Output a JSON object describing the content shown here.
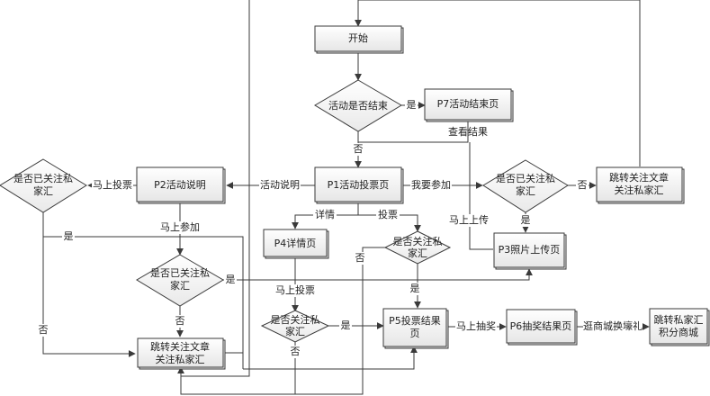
{
  "nodes": {
    "start": "开始",
    "d_ended": "活动是否结束",
    "p7": "P7活动结束页",
    "p1": "P1活动投票页",
    "p2": "P2活动说明",
    "d_left": [
      "是否已关注私",
      "家汇"
    ],
    "d_right": [
      "是否已关注私",
      "家汇"
    ],
    "jump_right": [
      "跳转关注文章",
      "关注私家汇"
    ],
    "p4": "P4详情页",
    "d_vote": [
      "是否关注私",
      "家汇"
    ],
    "p3": "P3照片上传页",
    "d_mid": [
      "是否已关注私",
      "家汇"
    ],
    "d_p4": [
      "是否关注私",
      "家汇"
    ],
    "p5": [
      "P5投票结果",
      "页"
    ],
    "jump_bottom": [
      "跳转关注文章",
      "关注私家汇"
    ],
    "p6": "P6抽奖结果页",
    "mall": [
      "跳转私家汇",
      "积分商城"
    ]
  },
  "labels": {
    "yes_p7": "是",
    "view_result": "查看结果",
    "no_ended": "否",
    "intro": "活动说明",
    "join": "我要参加",
    "vote_now_p2": "马上投票",
    "join_now": "马上参加",
    "yes_left": "是",
    "no_left": "否",
    "detail": "详情",
    "vote": "投票",
    "no_right": "否",
    "yes_right": "是",
    "upload_now": "马上上传",
    "yes_mid": "是",
    "no_mid": "否",
    "vote_now_p4": "马上投票",
    "no_vote": "否",
    "yes_vote": "是",
    "yes_p4d": "是",
    "no_p4d": "否",
    "lottery": "马上抽奖",
    "mall_link": "逛商城换壕礼"
  }
}
